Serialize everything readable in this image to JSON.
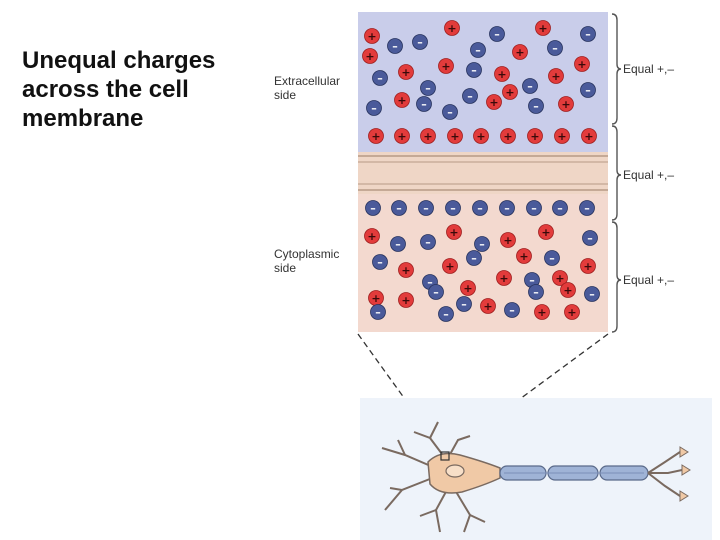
{
  "title": "Unequal charges across the cell membrane",
  "labels": {
    "extracellular": [
      "Extracellular",
      "side"
    ],
    "cytoplasmic": [
      "Cytoplasmic",
      "side"
    ]
  },
  "brackets": [
    "Equal +,–",
    "Equal +,–",
    "Equal +,–"
  ],
  "colors": {
    "extracellular_bg": "#c9cdea",
    "cytoplasm_bg": "#f3d9cf",
    "membrane": "#efd6c6",
    "positive_ion": "#e23b3b",
    "negative_ion": "#4a5a9a",
    "neuron_body": "#f0c9a6",
    "axon_myelin": "#9fb3d6"
  },
  "icons": [
    "positive-ion-icon",
    "negative-ion-icon",
    "neuron-icon"
  ]
}
